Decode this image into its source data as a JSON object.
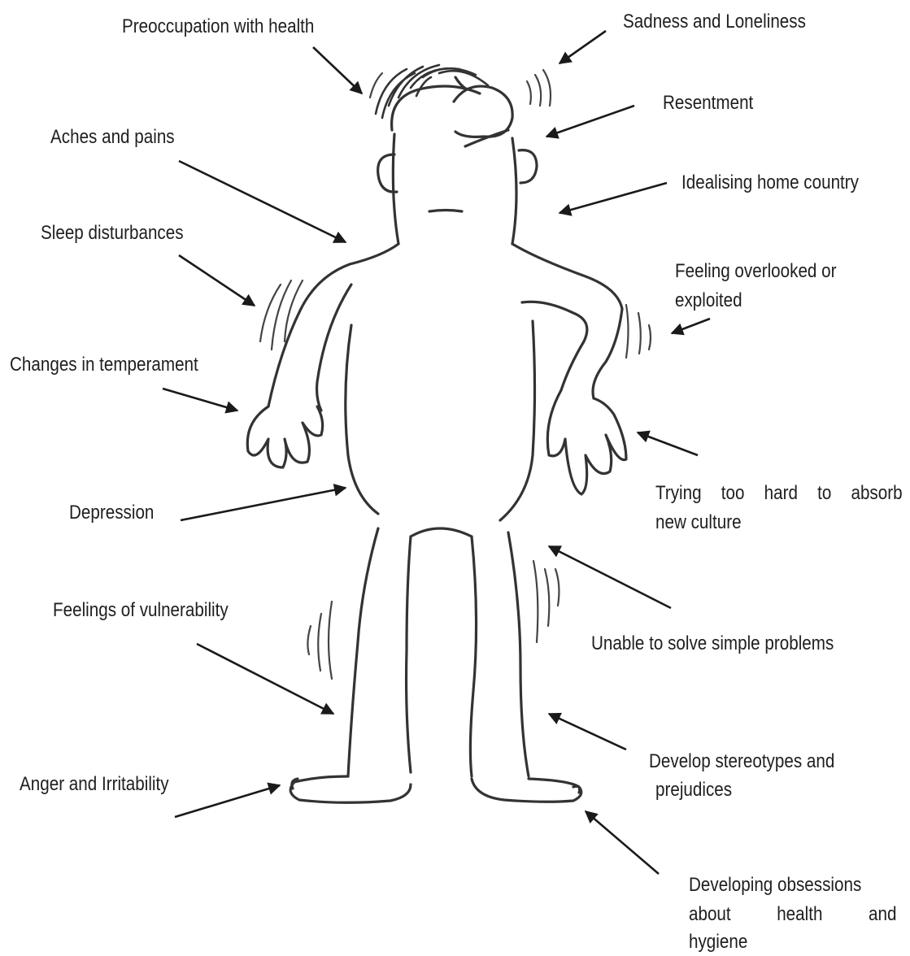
{
  "labels": {
    "preoccupation": "Preoccupation with health",
    "sadness": "Sadness and Loneliness",
    "resentment": "Resentment",
    "aches": "Aches and pains",
    "idealising": "Idealising home country",
    "sleep": "Sleep disturbances",
    "overlooked_1": "Feeling overlooked or",
    "overlooked_2": "exploited",
    "temperament": "Changes in temperament",
    "trying_words": [
      "Trying",
      "too",
      "hard",
      "to",
      "absorb"
    ],
    "trying_2": "new culture",
    "depression": "Depression",
    "vulnerability": "Feelings of vulnerability",
    "unable": "Unable to solve simple problems",
    "stereotypes_1": "Develop stereotypes and",
    "stereotypes_2": "prejudices",
    "anger": "Anger and Irritability",
    "obsessions_1": "Developing obsessions",
    "obsessions_words": [
      "about",
      "health",
      "and"
    ],
    "obsessions_3": "hygiene"
  }
}
